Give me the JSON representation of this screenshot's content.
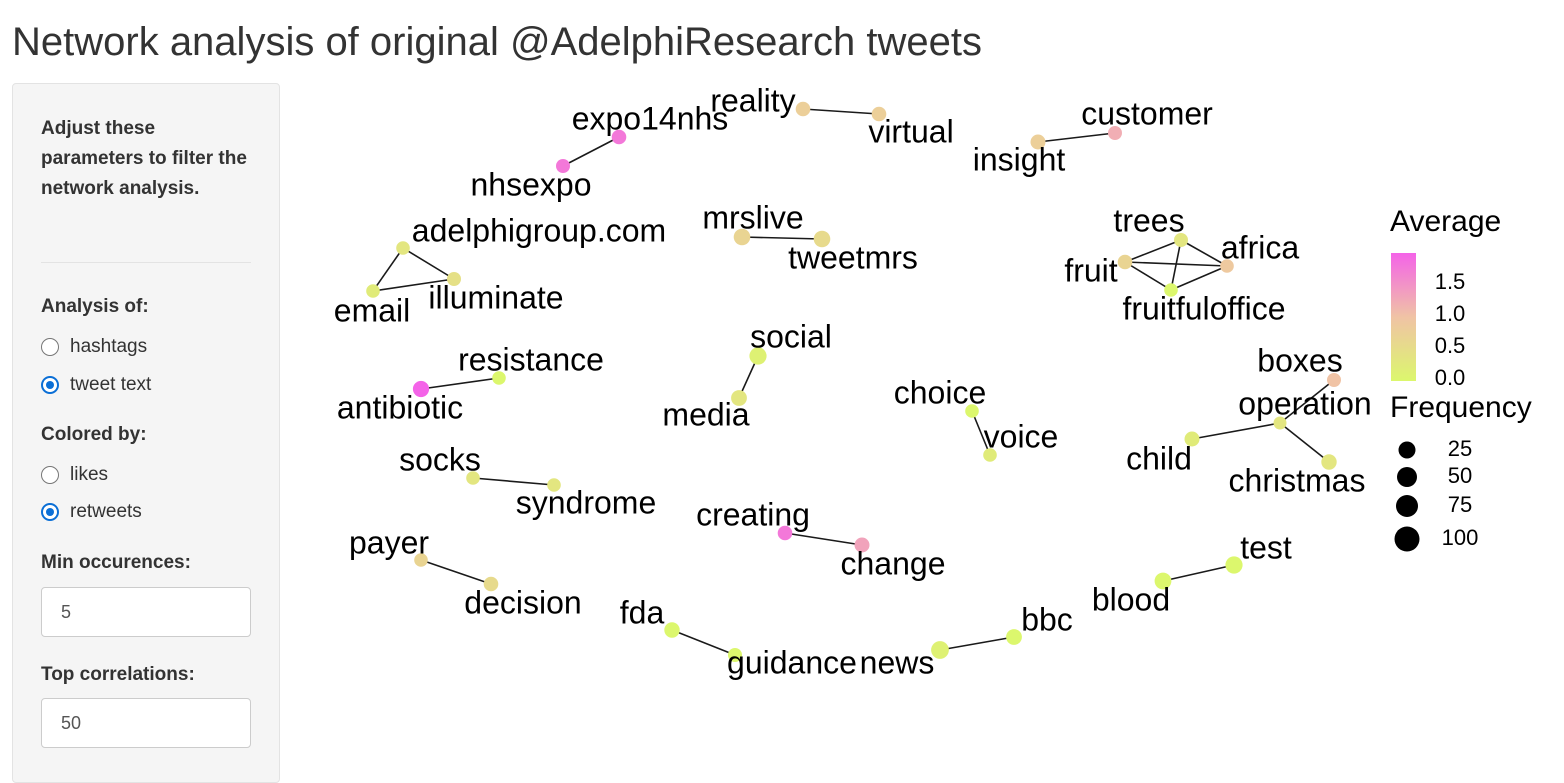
{
  "header": {
    "title": "Network analysis of original @AdelphiResearch tweets"
  },
  "sidebar": {
    "intro": "Adjust these parameters to filter the network analysis.",
    "analysis": {
      "label": "Analysis of:",
      "options": [
        {
          "label": "hashtags",
          "selected": false
        },
        {
          "label": "tweet text",
          "selected": true
        }
      ]
    },
    "colored": {
      "label": "Colored by:",
      "options": [
        {
          "label": "likes",
          "selected": false
        },
        {
          "label": "retweets",
          "selected": true
        }
      ]
    },
    "min_occurences": {
      "label": "Min occurences:",
      "value": "5"
    },
    "top_correlations": {
      "label": "Top correlations:",
      "value": "50"
    }
  },
  "chart_data": {
    "type": "network",
    "color_scale": {
      "from": "#dcf76d",
      "mid": "#f0c3a5",
      "to": "#f463e8"
    },
    "nodes": [
      {
        "id": "reality",
        "average": 0.7,
        "frequency": 35
      },
      {
        "id": "virtual",
        "average": 0.7,
        "frequency": 35
      },
      {
        "id": "customer",
        "average": 1.1,
        "frequency": 30
      },
      {
        "id": "insight",
        "average": 0.7,
        "frequency": 40
      },
      {
        "id": "expo14nhs",
        "average": 1.6,
        "frequency": 35
      },
      {
        "id": "nhsexpo",
        "average": 1.6,
        "frequency": 30
      },
      {
        "id": "adelphigroup.com",
        "average": 0.3,
        "frequency": 25
      },
      {
        "id": "illuminate",
        "average": 0.4,
        "frequency": 30
      },
      {
        "id": "email",
        "average": 0.2,
        "frequency": 25
      },
      {
        "id": "mrslive",
        "average": 0.6,
        "frequency": 60
      },
      {
        "id": "tweetmrs",
        "average": 0.5,
        "frequency": 60
      },
      {
        "id": "trees",
        "average": 0.3,
        "frequency": 30
      },
      {
        "id": "africa",
        "average": 0.8,
        "frequency": 25
      },
      {
        "id": "fruit",
        "average": 0.6,
        "frequency": 35
      },
      {
        "id": "fruitfuloffice",
        "average": 0.0,
        "frequency": 25
      },
      {
        "id": "social",
        "average": 0.1,
        "frequency": 70
      },
      {
        "id": "media",
        "average": 0.3,
        "frequency": 50
      },
      {
        "id": "resistance",
        "average": 0.0,
        "frequency": 25
      },
      {
        "id": "antibiotic",
        "average": 1.8,
        "frequency": 55
      },
      {
        "id": "boxes",
        "average": 0.9,
        "frequency": 30
      },
      {
        "id": "operation",
        "average": 0.3,
        "frequency": 20
      },
      {
        "id": "child",
        "average": 0.2,
        "frequency": 40
      },
      {
        "id": "christmas",
        "average": 0.3,
        "frequency": 45
      },
      {
        "id": "choice",
        "average": 0.0,
        "frequency": 25
      },
      {
        "id": "voice",
        "average": 0.2,
        "frequency": 25
      },
      {
        "id": "socks",
        "average": 0.3,
        "frequency": 25
      },
      {
        "id": "syndrome",
        "average": 0.3,
        "frequency": 25
      },
      {
        "id": "creating",
        "average": 1.6,
        "frequency": 35
      },
      {
        "id": "change",
        "average": 1.2,
        "frequency": 40
      },
      {
        "id": "payer",
        "average": 0.6,
        "frequency": 25
      },
      {
        "id": "decision",
        "average": 0.5,
        "frequency": 35
      },
      {
        "id": "test",
        "average": 0.0,
        "frequency": 70
      },
      {
        "id": "blood",
        "average": 0.0,
        "frequency": 65
      },
      {
        "id": "fda",
        "average": 0.0,
        "frequency": 45
      },
      {
        "id": "guidance",
        "average": 0.0,
        "frequency": 30
      },
      {
        "id": "news",
        "average": 0.1,
        "frequency": 80
      },
      {
        "id": "bbc",
        "average": 0.0,
        "frequency": 50
      }
    ],
    "edges": [
      [
        "reality",
        "virtual"
      ],
      [
        "insight",
        "customer"
      ],
      [
        "expo14nhs",
        "nhsexpo"
      ],
      [
        "adelphigroup.com",
        "illuminate"
      ],
      [
        "adelphigroup.com",
        "email"
      ],
      [
        "email",
        "illuminate"
      ],
      [
        "mrslive",
        "tweetmrs"
      ],
      [
        "trees",
        "fruit"
      ],
      [
        "trees",
        "africa"
      ],
      [
        "trees",
        "fruitfuloffice"
      ],
      [
        "fruit",
        "africa"
      ],
      [
        "fruit",
        "fruitfuloffice"
      ],
      [
        "africa",
        "fruitfuloffice"
      ],
      [
        "social",
        "media"
      ],
      [
        "antibiotic",
        "resistance"
      ],
      [
        "operation",
        "boxes"
      ],
      [
        "operation",
        "child"
      ],
      [
        "operation",
        "christmas"
      ],
      [
        "choice",
        "voice"
      ],
      [
        "socks",
        "syndrome"
      ],
      [
        "creating",
        "change"
      ],
      [
        "payer",
        "decision"
      ],
      [
        "blood",
        "test"
      ],
      [
        "fda",
        "guidance"
      ],
      [
        "news",
        "bbc"
      ]
    ],
    "legend": {
      "color": {
        "title": "Average",
        "ticks": [
          "1.5",
          "1.0",
          "0.5",
          "0.0"
        ]
      },
      "size": {
        "title": "Frequency",
        "ticks": [
          "25",
          "50",
          "75",
          "100"
        ]
      }
    }
  }
}
